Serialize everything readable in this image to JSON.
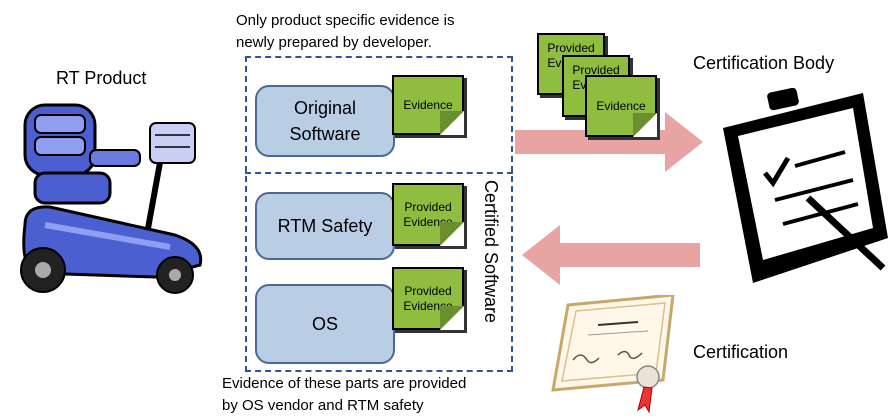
{
  "top_note": {
    "line1": "Only product specific evidence is",
    "line2": "newly prepared by developer."
  },
  "bottom_note": {
    "line1": "Evidence of these parts are provided",
    "line2": "by OS vendor and RTM safety"
  },
  "rt_product_label": "RT Product",
  "certification_body_label": "Certification Body",
  "certification_label": "Certification",
  "certified_software_label": "Certified Software",
  "boxes": {
    "original_line1": "Original",
    "original_line2": "Software",
    "rtm_safety": "RTM Safety",
    "os": "OS"
  },
  "evidence": {
    "evidence": "Evidence",
    "provided_line1": "Provided",
    "provided_line2": "Evidence"
  },
  "stack": {
    "back_label1": "Provided",
    "back_label2": "Ev",
    "mid_label1": "Provided",
    "mid_label2": "Ev",
    "front_label": "Evidence"
  },
  "colors": {
    "box_fill": "#b9cde5",
    "evidence_fill": "#8ebd3f",
    "arrow": "#e8a3a3",
    "dashed_border": "#2f5597"
  }
}
